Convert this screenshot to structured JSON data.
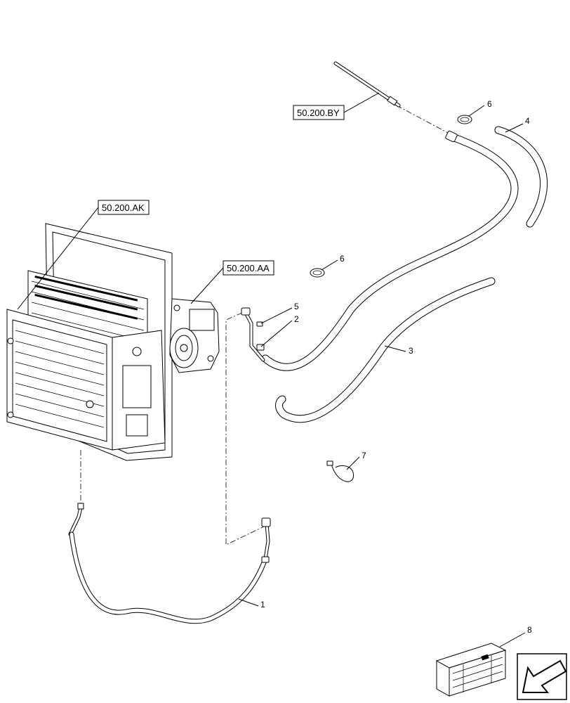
{
  "references": {
    "ref_by": "50.200.BY",
    "ref_ak": "50.200.AK",
    "ref_aa": "50.200.AA"
  },
  "callouts": {
    "c1": "1",
    "c2": "2",
    "c3": "3",
    "c4": "4",
    "c5": "5",
    "c6a": "6",
    "c6b": "6",
    "c7": "7",
    "c8": "8"
  }
}
